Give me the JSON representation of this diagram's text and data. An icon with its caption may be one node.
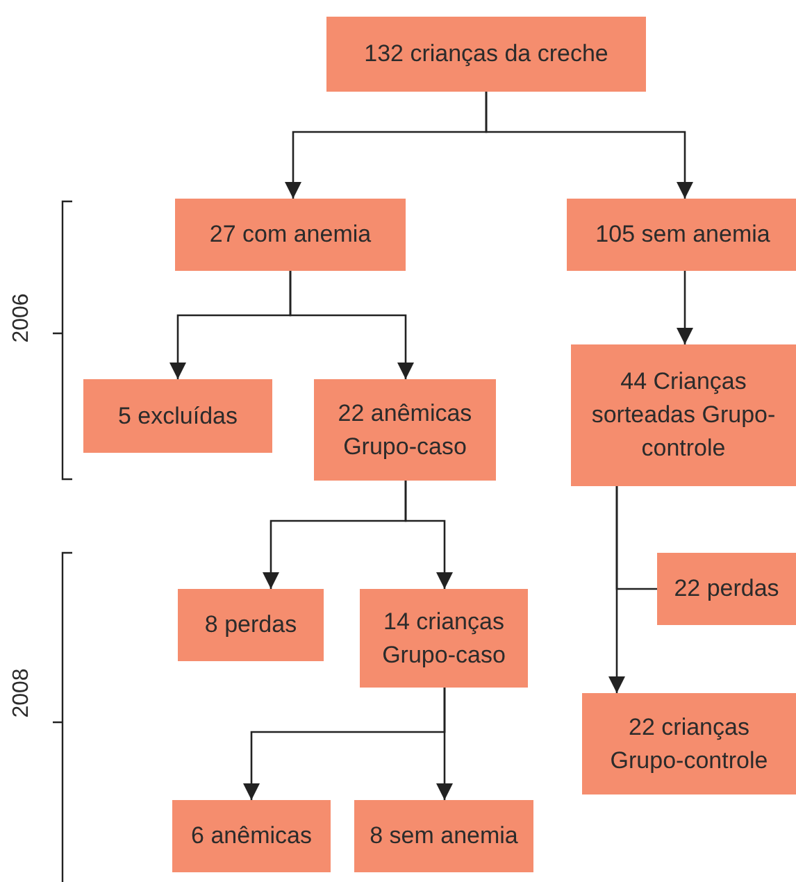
{
  "diagram": {
    "nodes": [
      {
        "text": [
          "132 crianças da creche"
        ]
      },
      {
        "text": [
          "27 com anemia"
        ]
      },
      {
        "text": [
          "105 sem anemia"
        ]
      },
      {
        "text": [
          "5 excluídas"
        ]
      },
      {
        "text": [
          "22 anêmicas Grupo-caso"
        ]
      },
      {
        "text": [
          "44 Crianças sorteadas Grupo-controle"
        ]
      },
      {
        "text": [
          "8 perdas"
        ]
      },
      {
        "text": [
          "14 crianças Grupo-caso"
        ]
      },
      {
        "text": [
          "22 perdas"
        ]
      },
      {
        "text": [
          "22 crianças Grupo-controle"
        ]
      },
      {
        "text": [
          "6 anêmicas"
        ]
      },
      {
        "text": [
          "8 sem anemia"
        ]
      }
    ],
    "edges": [
      {
        "from": 0,
        "to": 1,
        "arrow": "to"
      },
      {
        "from": 0,
        "to": 2,
        "arrow": "to"
      },
      {
        "from": 1,
        "to": 3,
        "arrow": "to"
      },
      {
        "from": 1,
        "to": 4,
        "arrow": "to"
      },
      {
        "from": 2,
        "to": 5,
        "arrow": "to"
      },
      {
        "from": 4,
        "to": 6,
        "arrow": "to"
      },
      {
        "from": 4,
        "to": 7,
        "arrow": "to"
      },
      {
        "from": 5,
        "to": 8,
        "arrow": "none"
      },
      {
        "from": 5,
        "to": 9,
        "arrow": "to"
      },
      {
        "from": 7,
        "to": 10,
        "arrow": "to"
      },
      {
        "from": 7,
        "to": 11,
        "arrow": "to"
      }
    ],
    "labels": [
      "2006",
      "2008"
    ]
  }
}
